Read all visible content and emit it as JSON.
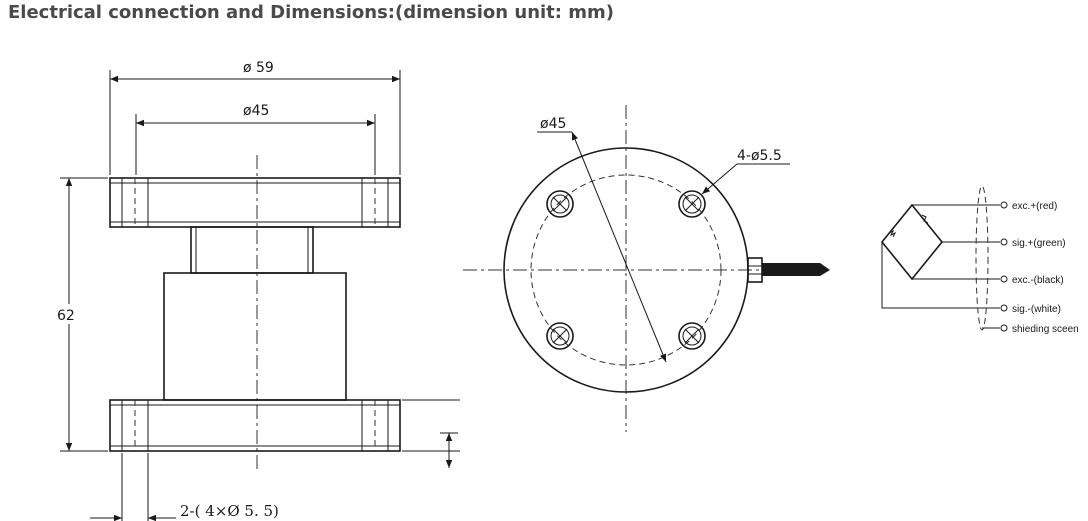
{
  "title": "Electrical connection and Dimensions:(dimension unit: mm)",
  "side_view": {
    "outer_diameter_label": "ø 59",
    "inner_diameter_label": "ø45",
    "height_label": "62",
    "holes_label": "2-( 4×Ø 5. 5)"
  },
  "top_view": {
    "bolt_circle_label": "ø45",
    "holes_label": "4-ø5.5"
  },
  "wiring": {
    "wires": [
      {
        "label": "exc.+(red)"
      },
      {
        "label": "sig.+(green)"
      },
      {
        "label": "exc.-(black)"
      },
      {
        "label": "sig.-(white)"
      },
      {
        "label": "shieding sceen"
      }
    ]
  }
}
